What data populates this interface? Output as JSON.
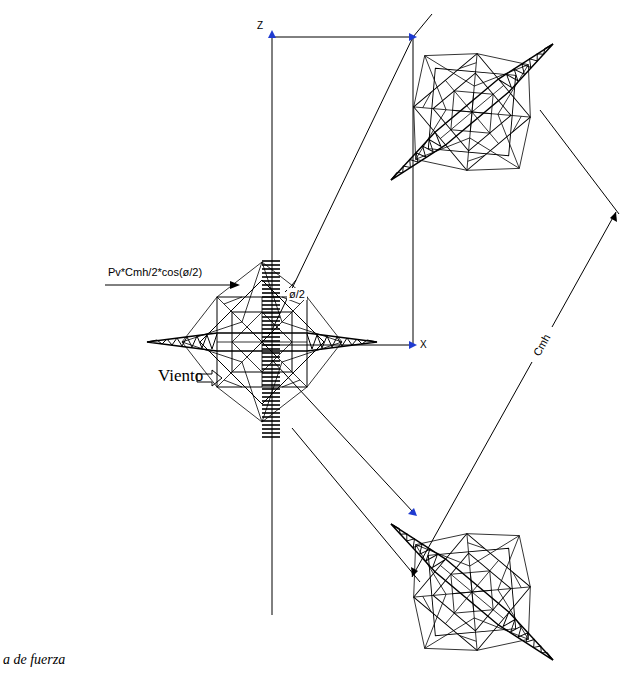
{
  "diagram": {
    "labels": [
      "Z",
      "Pv*Cmh/2*cos(ø/2)",
      "ø/2",
      "X",
      "Cmh",
      "Viento",
      "a de fuerza"
    ]
  }
}
